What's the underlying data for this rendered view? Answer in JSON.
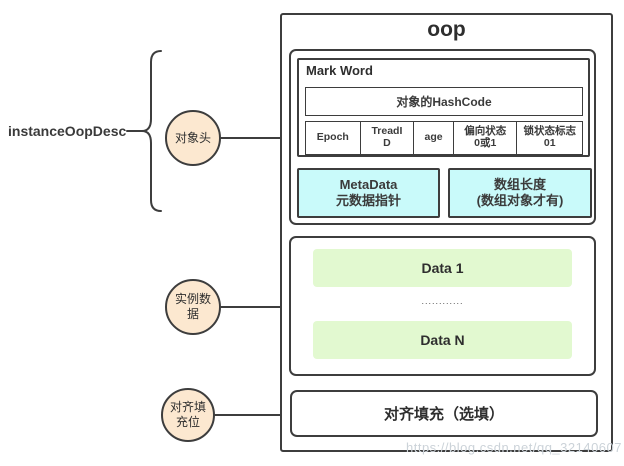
{
  "diagram": {
    "title": "oop",
    "left_label": "instanceOopDesc",
    "watermark": "https://blog.csdn.net/qq_32140607",
    "pointers": {
      "object_header": "对象头",
      "instance_data": "实例数\n据",
      "alignment_padding": "对齐填\n充位"
    },
    "object_header": {
      "mark_word": {
        "title": "Mark Word",
        "hashcode_label": "对象的HashCode",
        "cells": [
          "Epoch",
          "TreadI\nD",
          "age",
          "偏向状态\n0或1",
          "锁状态标志\n01"
        ]
      },
      "metadata_box": "MetaData\n元数据指针",
      "array_length_box": "数组长度\n(数组对象才有)"
    },
    "instance_data": {
      "item_first": "Data 1",
      "ellipsis": "............",
      "item_last": "Data N"
    },
    "padding_box": "对齐填充（选填）"
  },
  "colors": {
    "border": "#3d3d3d",
    "cyan_fill": "#c9fafa",
    "green_fill": "#e2f9d0",
    "circle_fill": "#fce8d0",
    "watermark": "#ccd3d9"
  }
}
